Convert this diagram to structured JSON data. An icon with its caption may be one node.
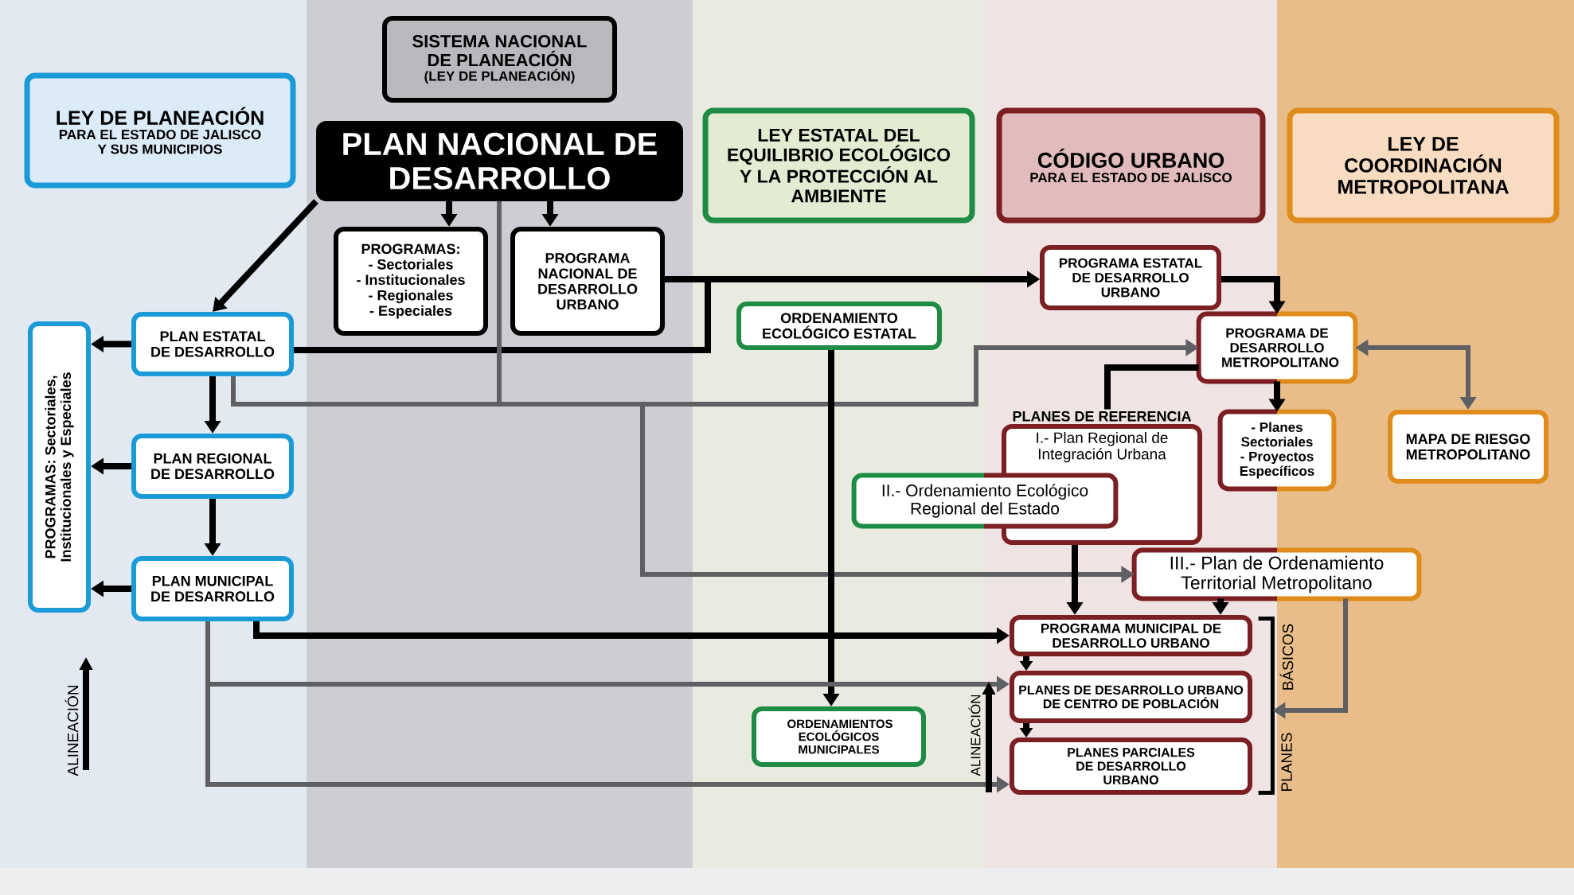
{
  "diagram": {
    "nodes": [
      {
        "text": [
          "SISTEMA NACIONAL DE PLANEACIÓN",
          "(LEY DE PLANEACIÓN)"
        ]
      },
      {
        "text": [
          "LEY DE PLANEACIÓN",
          "PARA EL ESTADO DE JALISCO Y SUS MUNICIPIOS"
        ]
      },
      {
        "text": [
          "PLAN NACIONAL DE DESARROLLO"
        ]
      },
      {
        "text": [
          "LEY ESTATAL DEL EQUILIBRIO ECOLÓGICO Y LA PROTECCIÓN AL AMBIENTE"
        ]
      },
      {
        "text": [
          "CÓDIGO URBANO",
          "PARA EL ESTADO DE JALISCO"
        ]
      },
      {
        "text": [
          "LEY DE COORDINACIÓN METROPOLITANA"
        ]
      },
      {
        "text": [
          "PROGRAMAS:",
          "- Sectoriales",
          "- Institucionales",
          "- Regionales",
          "- Especiales"
        ]
      },
      {
        "text": [
          "PROGRAMA NACIONAL DE DESARROLLO URBANO"
        ]
      },
      {
        "text": [
          "PROGRAMA ESTATAL DE DESARROLLO URBANO"
        ]
      },
      {
        "text": [
          "ORDENAMIENTO ECOLÓGICO ESTATAL"
        ]
      },
      {
        "text": [
          "PLAN ESTATAL DE DESARROLLO"
        ]
      },
      {
        "text": [
          "PROGRAMAS: Sectoriales, Institucionales y Especiales"
        ]
      },
      {
        "text": [
          "PROGRAMA DE DESARROLLO METROPOLITANO"
        ]
      },
      {
        "text": [
          "PLANES DE REFERENCIA",
          "I.- Plan Regional de Integración Urbana"
        ]
      },
      {
        "text": [
          "- Planes Sectoriales",
          "- Proyectos Específicos"
        ]
      },
      {
        "text": [
          "MAPA DE RIESGO METROPOLITANO"
        ]
      },
      {
        "text": [
          "II.- Ordenamiento Ecológico Regional del Estado"
        ]
      },
      {
        "text": [
          "III.- Plan de Ordenamiento Territorial Metropolitano"
        ]
      },
      {
        "text": [
          "PLAN REGIONAL DE DESARROLLO"
        ]
      },
      {
        "text": [
          "PLAN MUNICIPAL DE DESARROLLO"
        ]
      },
      {
        "text": [
          "PROGRAMA MUNICIPAL DE DESARROLLO URBANO"
        ]
      },
      {
        "text": [
          "PLANES DE DESARROLLO URBANO DE CENTRO DE POBLACIÓN"
        ]
      },
      {
        "text": [
          "ORDENAMIENTOS ECOLÓGICOS MUNICIPALES"
        ]
      },
      {
        "text": [
          "PLANES PARCIALES DE DESARROLLO URBANO"
        ]
      },
      {
        "text": [],
        "shape": "bracket"
      }
    ],
    "edges": [
      {
        "from": 2,
        "to": 10,
        "arrow": "to"
      },
      {
        "from": 2,
        "to": 6,
        "arrow": "to"
      },
      {
        "from": 2,
        "to": 7,
        "arrow": "to"
      },
      {
        "from": 7,
        "to": 8,
        "arrow": "to"
      },
      {
        "from": 10,
        "to": 8,
        "arrow": "to"
      },
      {
        "from": 8,
        "to": 12,
        "arrow": "to"
      },
      {
        "from": 12,
        "to": 13,
        "arrow": "none"
      },
      {
        "from": 12,
        "to": 14,
        "arrow": "to"
      },
      {
        "from": 12,
        "to": 15,
        "arrow": "both",
        "color": "#5f6064"
      },
      {
        "from": 10,
        "to": 12,
        "arrow": "to",
        "color": "#5f6064"
      },
      {
        "from": 2,
        "to": 12,
        "arrow": "to",
        "color": "#5f6064"
      },
      {
        "from": 10,
        "to": 17,
        "arrow": "to",
        "color": "#5f6064"
      },
      {
        "from": 2,
        "to": 17,
        "arrow": "to",
        "color": "#5f6064"
      },
      {
        "from": 9,
        "to": 22,
        "arrow": "to"
      },
      {
        "from": 13,
        "to": 20,
        "arrow": "to"
      },
      {
        "from": 17,
        "to": 20,
        "arrow": "to"
      },
      {
        "from": 17,
        "to": 24,
        "arrow": "to",
        "color": "#5f6064"
      },
      {
        "from": 19,
        "to": 20,
        "arrow": "to"
      },
      {
        "from": 19,
        "to": 21,
        "arrow": "to",
        "color": "#5f6064"
      },
      {
        "from": 19,
        "to": 23,
        "arrow": "to",
        "color": "#5f6064"
      },
      {
        "from": 20,
        "to": 21,
        "arrow": "to"
      },
      {
        "from": 21,
        "to": 23,
        "arrow": "to"
      },
      {
        "from": 10,
        "to": 11,
        "arrow": "to"
      },
      {
        "from": 18,
        "to": 11,
        "arrow": "to"
      },
      {
        "from": 19,
        "to": 11,
        "arrow": "to"
      },
      {
        "from": 10,
        "to": 18,
        "arrow": "to"
      },
      {
        "from": 18,
        "to": 19,
        "arrow": "to"
      }
    ],
    "labels": [
      "ALINEACIÓN",
      "ALINEACIÓN",
      "BÁSICOS",
      "PLANES"
    ]
  }
}
